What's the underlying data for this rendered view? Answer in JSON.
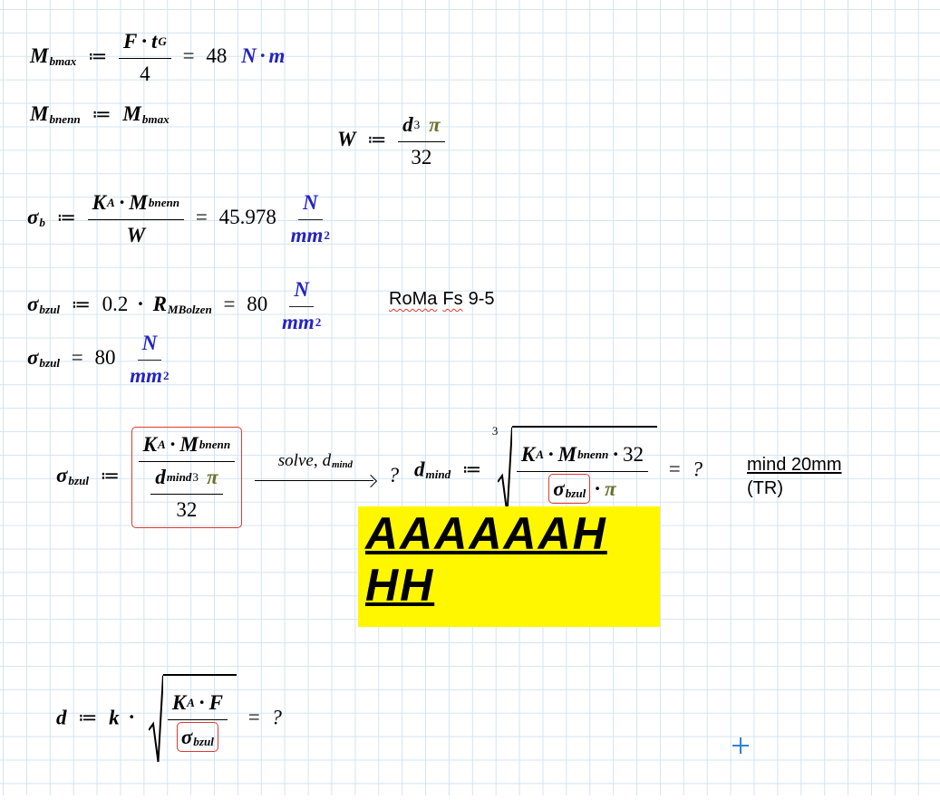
{
  "app": {
    "type": "math-worksheet"
  },
  "colors": {
    "unit_text": "#2323c3",
    "pi_symbol": "#6b6e2a",
    "error_box": "#e0392e",
    "highlight": "#fff700",
    "grid_line": "#d4e4f1",
    "cursor": "#2e82d8",
    "ink": "#000000"
  },
  "sym": {
    "assign": "≔",
    "equals": "=",
    "dot": "·",
    "question": "?",
    "comma": ",",
    "pi": "π"
  },
  "eq_mbmax": {
    "lhs": "M",
    "lhs_sub": "bmax",
    "num_f": "F",
    "num_t": "t",
    "num_t_sub": "G",
    "den": "4",
    "result": "48",
    "unit_n": "N",
    "unit_m": "m"
  },
  "eq_mbnenn": {
    "lhs": "M",
    "lhs_sub": "bnenn",
    "rhs": "M",
    "rhs_sub": "bmax"
  },
  "eq_w": {
    "lhs": "W",
    "num_base": "d",
    "num_exp": "3",
    "den": "32"
  },
  "eq_sigma_b": {
    "lhs": "σ",
    "lhs_sub": "b",
    "num_k": "K",
    "num_k_sub": "A",
    "num_m": "M",
    "num_m_sub": "bnenn",
    "den": "W",
    "result": "45.978",
    "unit_num": "N",
    "unit_den": "mm",
    "unit_den_exp": "2"
  },
  "eq_sigma_bzul_def": {
    "lhs": "σ",
    "lhs_sub": "bzul",
    "coeff": "0.2",
    "var": "R",
    "var_sub": "MBolzen",
    "result": "80",
    "unit_num": "N",
    "unit_den": "mm",
    "unit_den_exp": "2"
  },
  "note_roma": {
    "word1": "RoMa",
    "word2": "Fs",
    "word3": "9-5"
  },
  "eq_sigma_bzul_eval": {
    "lhs": "σ",
    "lhs_sub": "bzul",
    "result": "80",
    "unit_num": "N",
    "unit_den": "mm",
    "unit_den_exp": "2"
  },
  "eq_solve": {
    "lhs": "σ",
    "lhs_sub": "bzul",
    "num_k": "K",
    "num_k_sub": "A",
    "num_m": "M",
    "num_m_sub": "bnenn",
    "den_base": "d",
    "den_base_sub": "mind",
    "den_exp": "3",
    "den_den": "32",
    "label_fn": "solve",
    "label_var": "d",
    "label_var_sub": "mind",
    "result": "?"
  },
  "eq_dmind": {
    "lhs": "d",
    "lhs_sub": "mind",
    "root_index": "3",
    "num_k": "K",
    "num_k_sub": "A",
    "num_m": "M",
    "num_m_sub": "bnenn",
    "num_c": "32",
    "den_sigma": "σ",
    "den_sigma_sub": "bzul",
    "result": "?"
  },
  "note_mind": {
    "line1": "mind 20mm",
    "line2": "(TR)"
  },
  "highlight": {
    "line1": "AAAAAAH",
    "line2": "HH"
  },
  "eq_d": {
    "lhs": "d",
    "coeff": "k",
    "num_k": "K",
    "num_k_sub": "A",
    "num_f": "F",
    "den_sigma": "σ",
    "den_sigma_sub": "bzul",
    "result": "?"
  }
}
